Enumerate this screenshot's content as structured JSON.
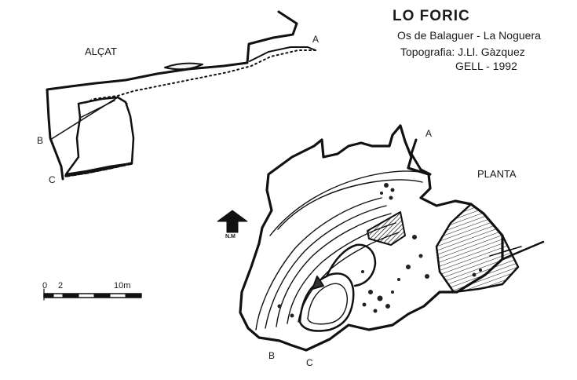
{
  "header": {
    "title": "LO   FORIC",
    "location": "Os de Balaguer - La Noguera",
    "topography": "Topografia: J.Ll. Gàzquez",
    "group_year": "GELL - 1992"
  },
  "elevation": {
    "label": "ALÇAT",
    "points": {
      "a": "A",
      "b": "B",
      "c": "C"
    }
  },
  "plan": {
    "label": "PLANTA",
    "points": {
      "a": "A",
      "b": "B",
      "c": "C"
    }
  },
  "north_arrow": {
    "label": "N.M"
  },
  "scale_bar": {
    "labels": [
      "0",
      "2",
      "10m"
    ]
  }
}
